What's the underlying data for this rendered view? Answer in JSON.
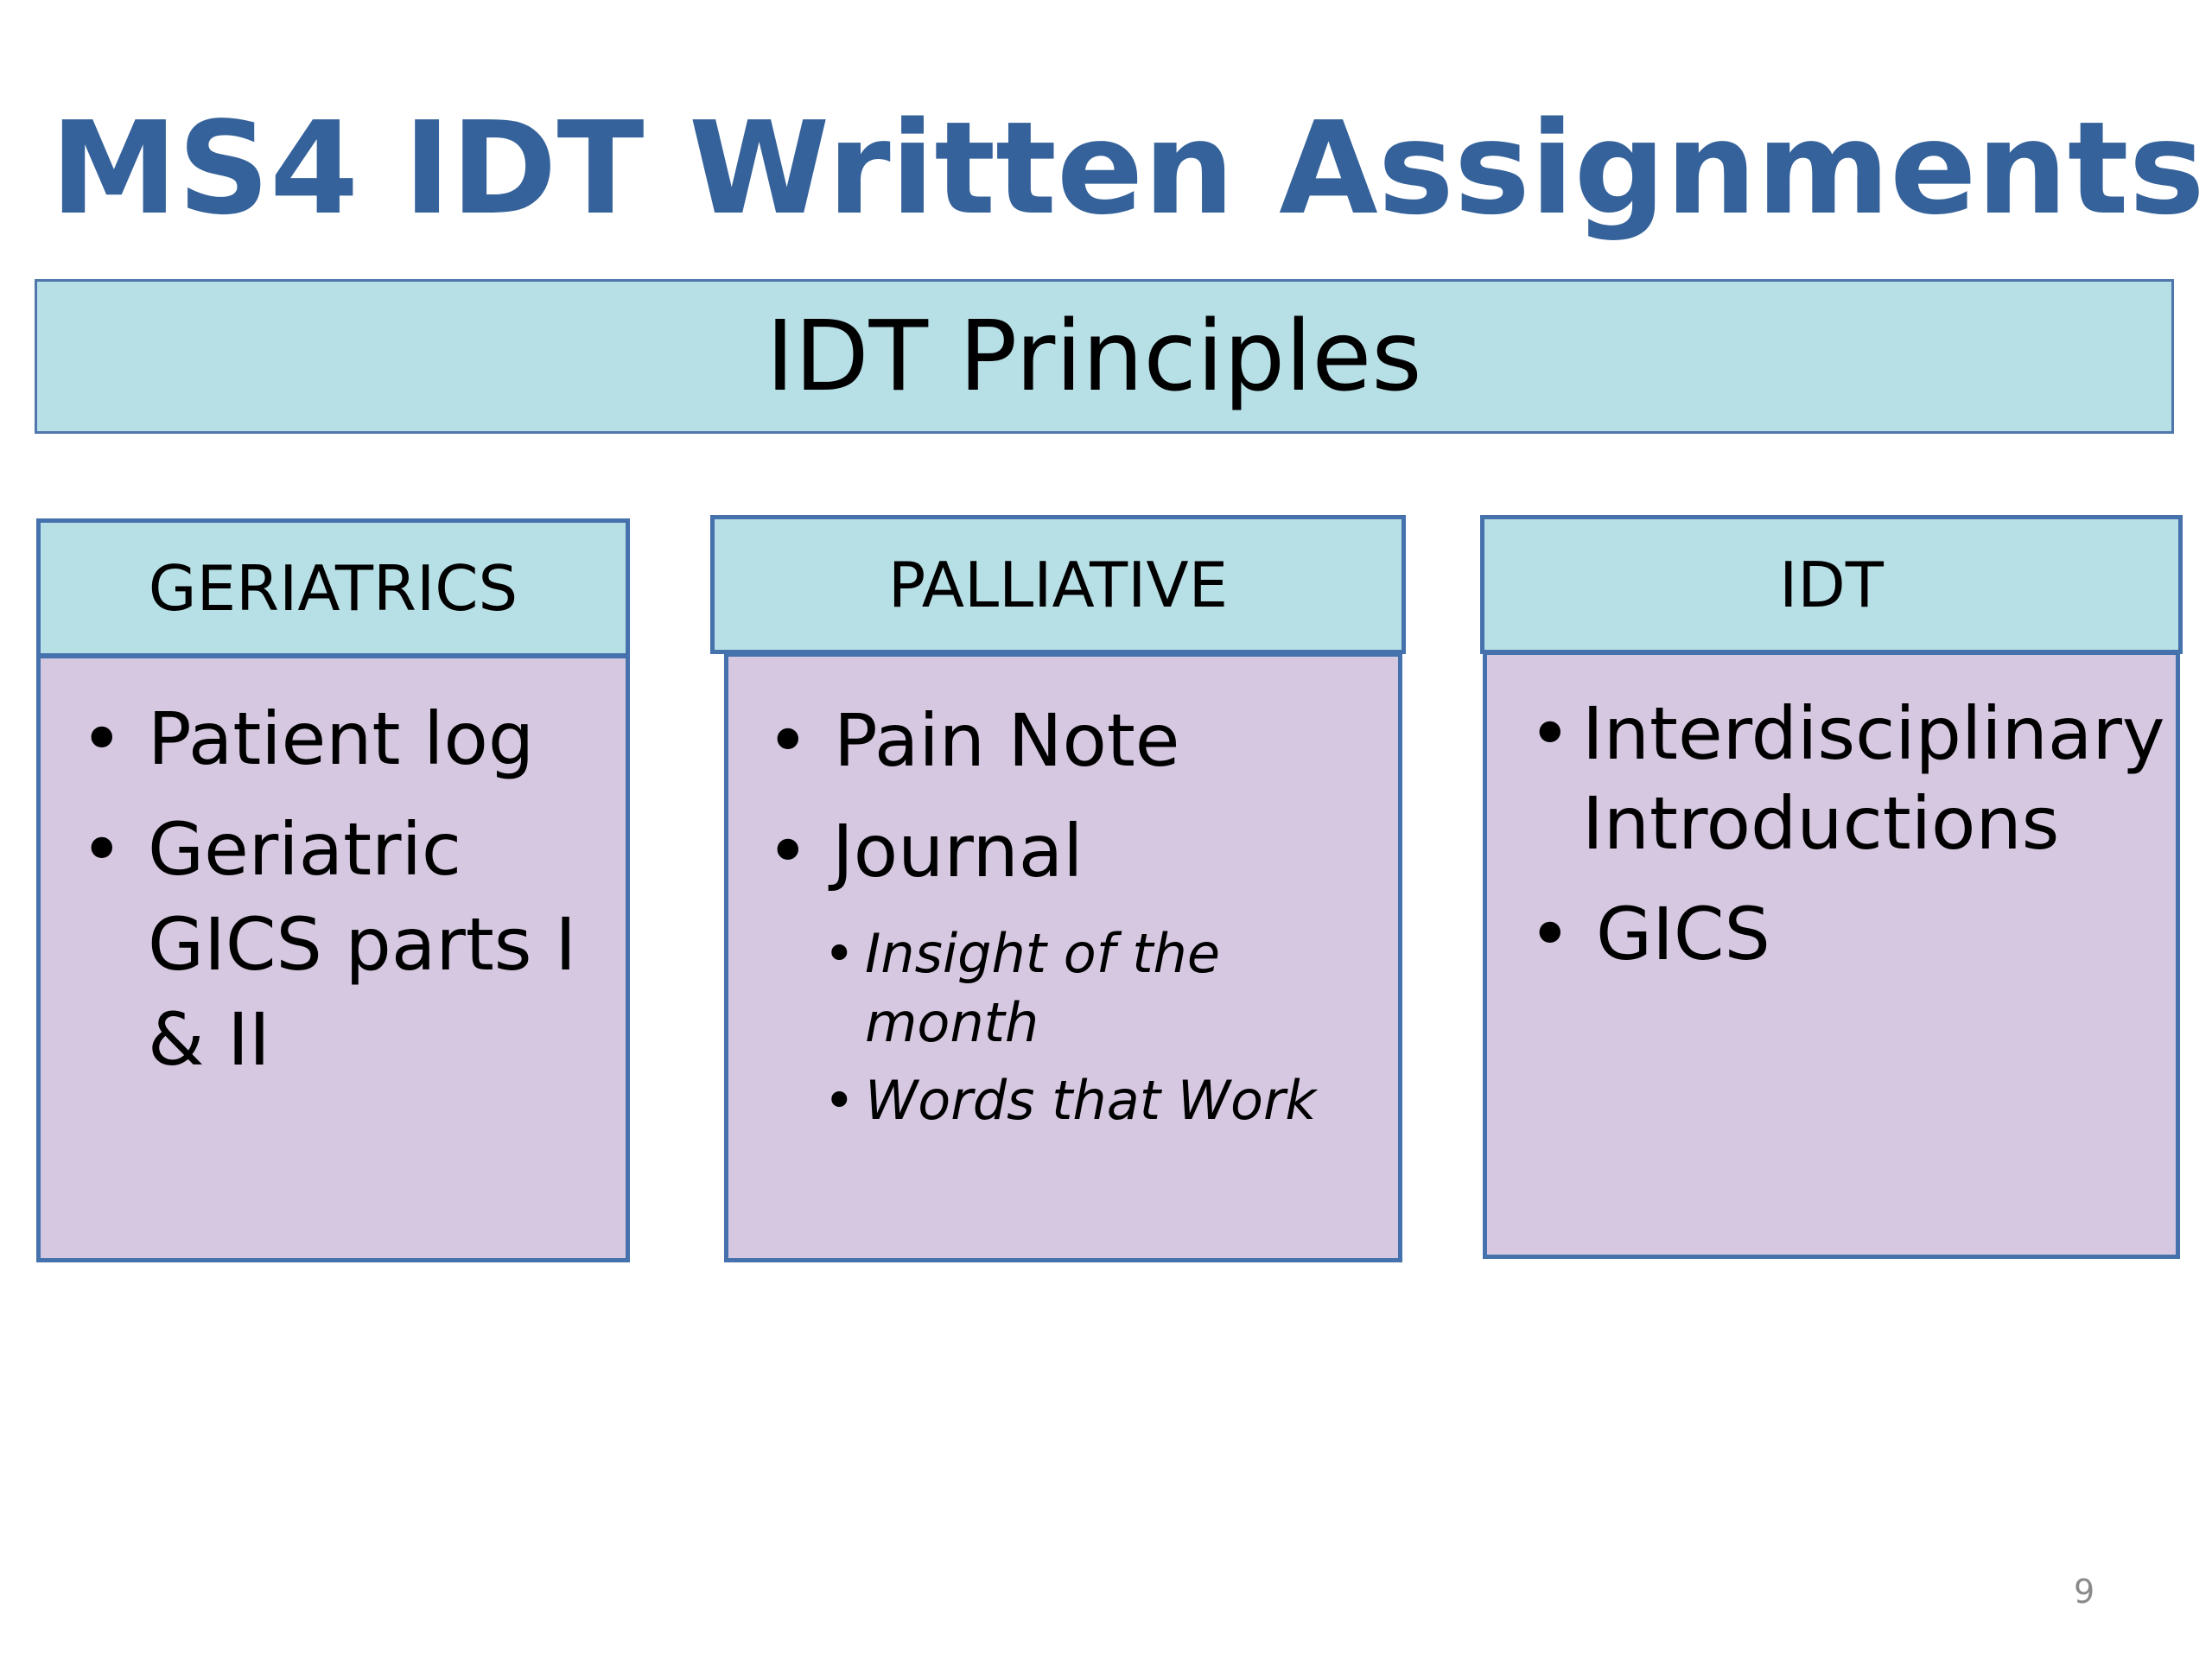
{
  "slide": {
    "title": "MS4 IDT Written Assignments",
    "banner": "IDT Principles",
    "page_number": "9",
    "colors": {
      "title": "#35629a",
      "header_fill": "#b7dfe6",
      "body_fill": "#d5c8e0",
      "border": "#4571ad"
    }
  },
  "columns": [
    {
      "header": "GERIATRICS",
      "items": [
        {
          "text": "Patient log"
        },
        {
          "line1": "Geriatric",
          "line2": "GICS parts I",
          "line3": "& II"
        }
      ]
    },
    {
      "header": "PALLIATIVE",
      "items": [
        {
          "text": "Pain Note"
        },
        {
          "text": "Journal"
        }
      ],
      "subitems": [
        {
          "line1": "Insight of the",
          "line2": "month"
        },
        {
          "text": "Words that Work"
        }
      ]
    },
    {
      "header": "IDT",
      "items": [
        {
          "line1": "Interdisciplinary",
          "line2": "Introductions"
        },
        {
          "text": "GICS"
        }
      ]
    }
  ]
}
